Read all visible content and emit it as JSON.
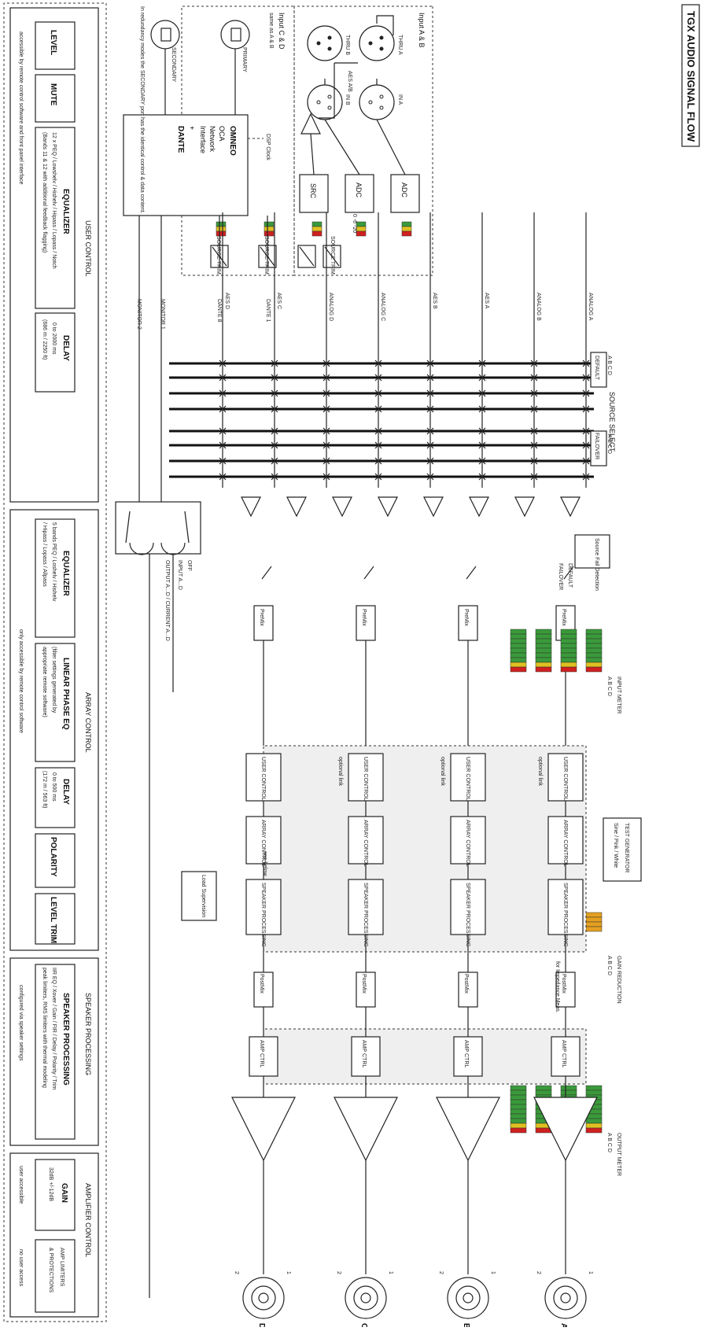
{
  "title": "TGX   AUDIO SIGNAL FLOW",
  "inputs": {
    "group_ab_label": "Input A & B",
    "group_cd_label": "Input C & D",
    "group_cd_note": "same as A & B",
    "thru_a": "THRU A",
    "thru_b": "THRU B",
    "in_a": "IN A",
    "in_b": "IN B",
    "aes_ab": "AES A/B",
    "adc": "ADC",
    "src": "SRC",
    "source_trim": "SOURCE TRIM",
    "meter_marks": "0 -6 -20"
  },
  "network": {
    "omneo": "OMNEO",
    "oca": "OCA",
    "network": "Network",
    "interface": "Interface",
    "plus": "+",
    "dante": "DANTE",
    "dsp_clock": "DSP Clock",
    "primary": "PRIMARY",
    "secondary": "SECONDARY",
    "note": "In redundancy modes the SECONDARY port has the identical control & data content.",
    "dante1": "DANTE 1",
    "dante8": "DANTE 8"
  },
  "source_lines": [
    "ANALOG A",
    "ANALOG B",
    "AES A",
    "AES B",
    "ANALOG C",
    "ANALOG D",
    "AES C",
    "AES D"
  ],
  "source_select": {
    "title": "SOURCE SELECT",
    "default": "DEFAULT",
    "failover": "FAILOVER",
    "channels": "A B C D"
  },
  "source_fail": "Source Fail Detection",
  "switch_labels": {
    "default": "DEFAULT",
    "failover": "FAILOVER"
  },
  "premix": "PreMix",
  "postmix": "PostMix",
  "input_meter": {
    "title": "INPUT METER",
    "channels": "A B C D"
  },
  "gain_reduction": {
    "title": "GAIN REDUCTION",
    "channels": "A B C D"
  },
  "output_meter": {
    "title": "OUTPUT METER",
    "channels": "A B C D"
  },
  "monitor": {
    "monitor1": "MONITOR 1",
    "monitor2": "MONITOR 2",
    "off": "OFF",
    "input": "INPUT A...D",
    "output": "OUTPUT A...D / CURRENT A...D"
  },
  "processing": {
    "user_control": "USER CONTROL",
    "array_control": "ARRAY CONTROL",
    "speaker_processing": "SPEAKER PROCESSING",
    "optional_link": "optional link",
    "see_below": "see below",
    "amp_ctrl": "AMP CTRL",
    "test_generator_title": "TEST GENERATOR",
    "test_generator_sub": "Sine / Pink / White",
    "impedance_meas": "for Impedance Meas.",
    "load_supervision": "Load Supervision"
  },
  "outputs": {
    "channels": [
      "A",
      "B",
      "C",
      "D"
    ],
    "pin1": "1",
    "pin2": "2"
  },
  "legend": {
    "user_control": {
      "title": "USER CONTROL",
      "level": "LEVEL",
      "mute": "MUTE",
      "eq_title": "EQUALIZER",
      "eq_desc1": "12 x PEQ / Lowshelv / Hishelv / Hipass / Lopass / Notch",
      "eq_desc2": "(Bands 11 & 12 with additional feedback flagging)",
      "delay_title": "DELAY",
      "delay_range": "0 to 2000 ms",
      "delay_dist": "(686 m / 2250 ft)",
      "note": "accessible by remote control software and front panel interface"
    },
    "array_control": {
      "title": "ARRAY CONTROL",
      "eq_title": "EQUALIZER",
      "eq_desc1": "5 bands PEQ / Loshelv / Hishelv",
      "eq_desc2": "/ Hipass / Lopass / Allpass",
      "lin_title": "LINEAR PHASE EQ",
      "lin_desc1": "(filter settings generated by",
      "lin_desc2": "appropriate remote software)",
      "delay_title": "DELAY",
      "delay_range": "0 to 500 ms",
      "delay_dist": "(172 m / 563 ft)",
      "polarity": "POLARITY",
      "level_trim": "LEVEL TRIM",
      "note": "only accessible by remote control software"
    },
    "speaker_processing": {
      "title": "SPEAKER PROCESSING",
      "box_title": "SPEAKER PROCESSING",
      "desc1": "IIR EQ / Xover / Gain / FIR / Delay / Polarity / Trim",
      "desc2": "peak limiters, RMS limiters with thermal modeling",
      "note": "configured via speaker settings"
    },
    "amplifier_control": {
      "title": "AMPLIFIER CONTROL",
      "gain_title": "GAIN",
      "gain_range": "32dB +/-12dB",
      "gain_note": "user accessible",
      "prot_title": "AMP LIMITERS",
      "prot_title2": "& PROTECTIONS",
      "prot_note": "no user access"
    }
  }
}
